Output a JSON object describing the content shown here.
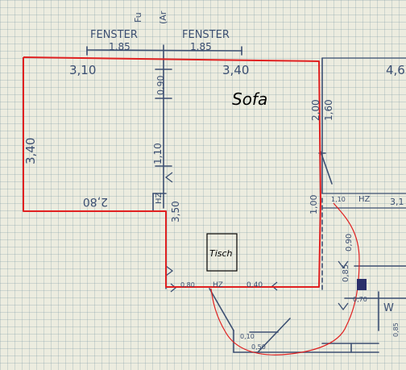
{
  "colors": {
    "paper": "#ececdf",
    "grid": "#9fb4bc",
    "pencil": "#3c4f72",
    "outline": "#e02020",
    "pen": "#111111"
  },
  "top_margin": {
    "fragment_1": "Fu",
    "fragment_2": "(Ar"
  },
  "windows": [
    {
      "label": "FENSTER",
      "width": "1.85"
    },
    {
      "label": "FENSTER",
      "width": "1.85"
    }
  ],
  "dimensions": {
    "top_left": "3,10",
    "top_right": "3,40",
    "far_right": "4,6",
    "left_side": "3,40",
    "bottom_left": "2,80",
    "middle_wall": "0,90",
    "middle_lower": "1,10",
    "hz_left": "HZ",
    "step": "3,50",
    "right_upper_1": "2,00",
    "right_upper_2": "1,60",
    "right_lower": "1,00",
    "hz_right_prefix": "1,10",
    "hz_right": "HZ",
    "hz_right_suffix": "3,1",
    "hall_vertical": "0,90",
    "hall_small": "0,85",
    "hall_small_2": "0,70",
    "bottom_small_1": "0,80",
    "bottom_hz": "HZ",
    "bottom_small_2": "0,40",
    "bath_small_1": "0,10",
    "bath_small_2": "0,50",
    "bath_w": "W",
    "bath_right": "0,85"
  },
  "furniture": {
    "sofa": "Sofa",
    "table": "Tisch"
  }
}
